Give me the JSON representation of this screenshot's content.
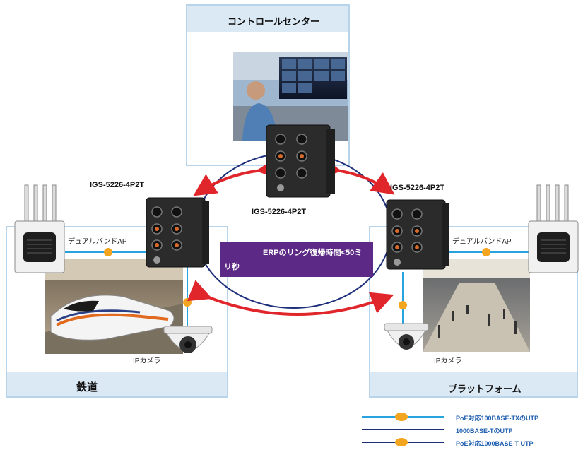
{
  "control_center": {
    "title": "コントロールセンター"
  },
  "railway": {
    "title": "鉄道"
  },
  "platform": {
    "title": "プラットフォーム"
  },
  "switches": {
    "top": "IGS-5226-4P2T",
    "left": "IGS-5226-4P2T",
    "right": "IGS-5226-4P2T"
  },
  "ap_label_left": "デュアルバンドAP",
  "ap_label_right": "デュアルバンドAP",
  "camera_label_left": "IPカメラ",
  "camera_label_right": "IPカメラ",
  "erp_banner": {
    "line1": "ERPのリング復帰時間<50ミ",
    "line2": "リ秒"
  },
  "legend": [
    {
      "text": "PoE対応100BASE-TXのUTP",
      "color": "#29a3dd",
      "poe": true
    },
    {
      "text": "1000BASE-TのUTP",
      "color": "#1d2f7a",
      "poe": false
    },
    {
      "text": "PoE対応1000BASE-T UTP",
      "color": "#1d2f7a",
      "poe": true
    }
  ],
  "colors": {
    "panel_border": "#b8d4ea",
    "panel_header": "#dbe9f5",
    "ring_line": "#1d2f7a",
    "red_arrow": "#e0262b",
    "banner": "#5c2a86",
    "poe_dot": "#f3a51f",
    "light_blue_line": "#29a3dd"
  }
}
